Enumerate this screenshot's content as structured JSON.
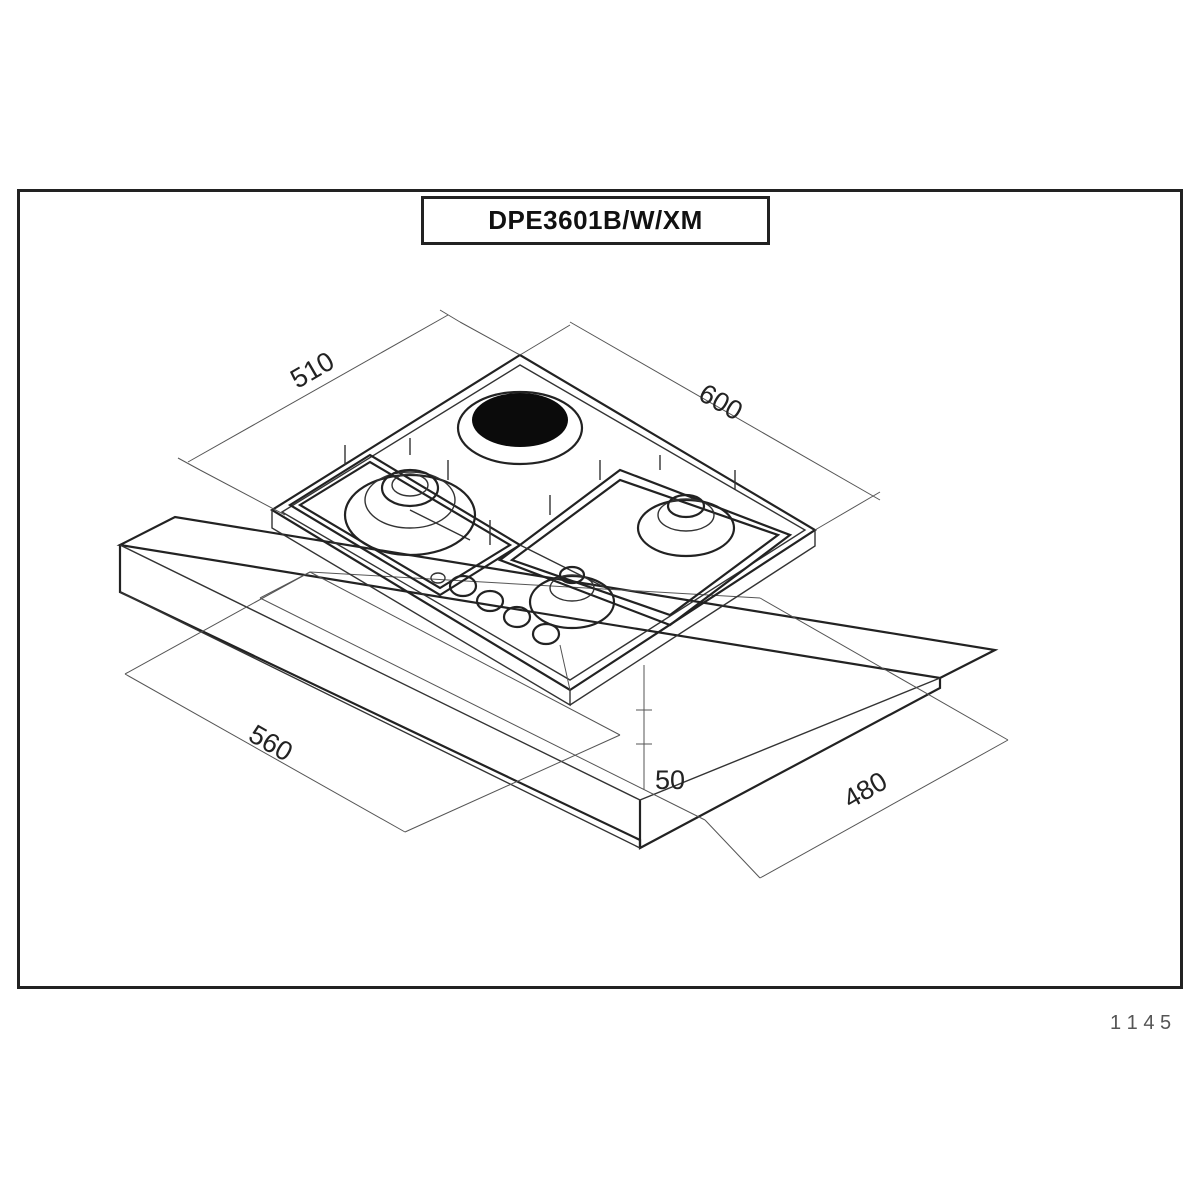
{
  "title": "DPE3601B/W/XM",
  "dimensions": {
    "depth": "510",
    "width": "600",
    "cutout_width": "560",
    "cutout_depth": "480",
    "height": "50"
  },
  "corner_text": "1 1 4 5",
  "colors": {
    "line": "#333333",
    "hotplate": "#0b0b0b",
    "background": "#ffffff"
  }
}
